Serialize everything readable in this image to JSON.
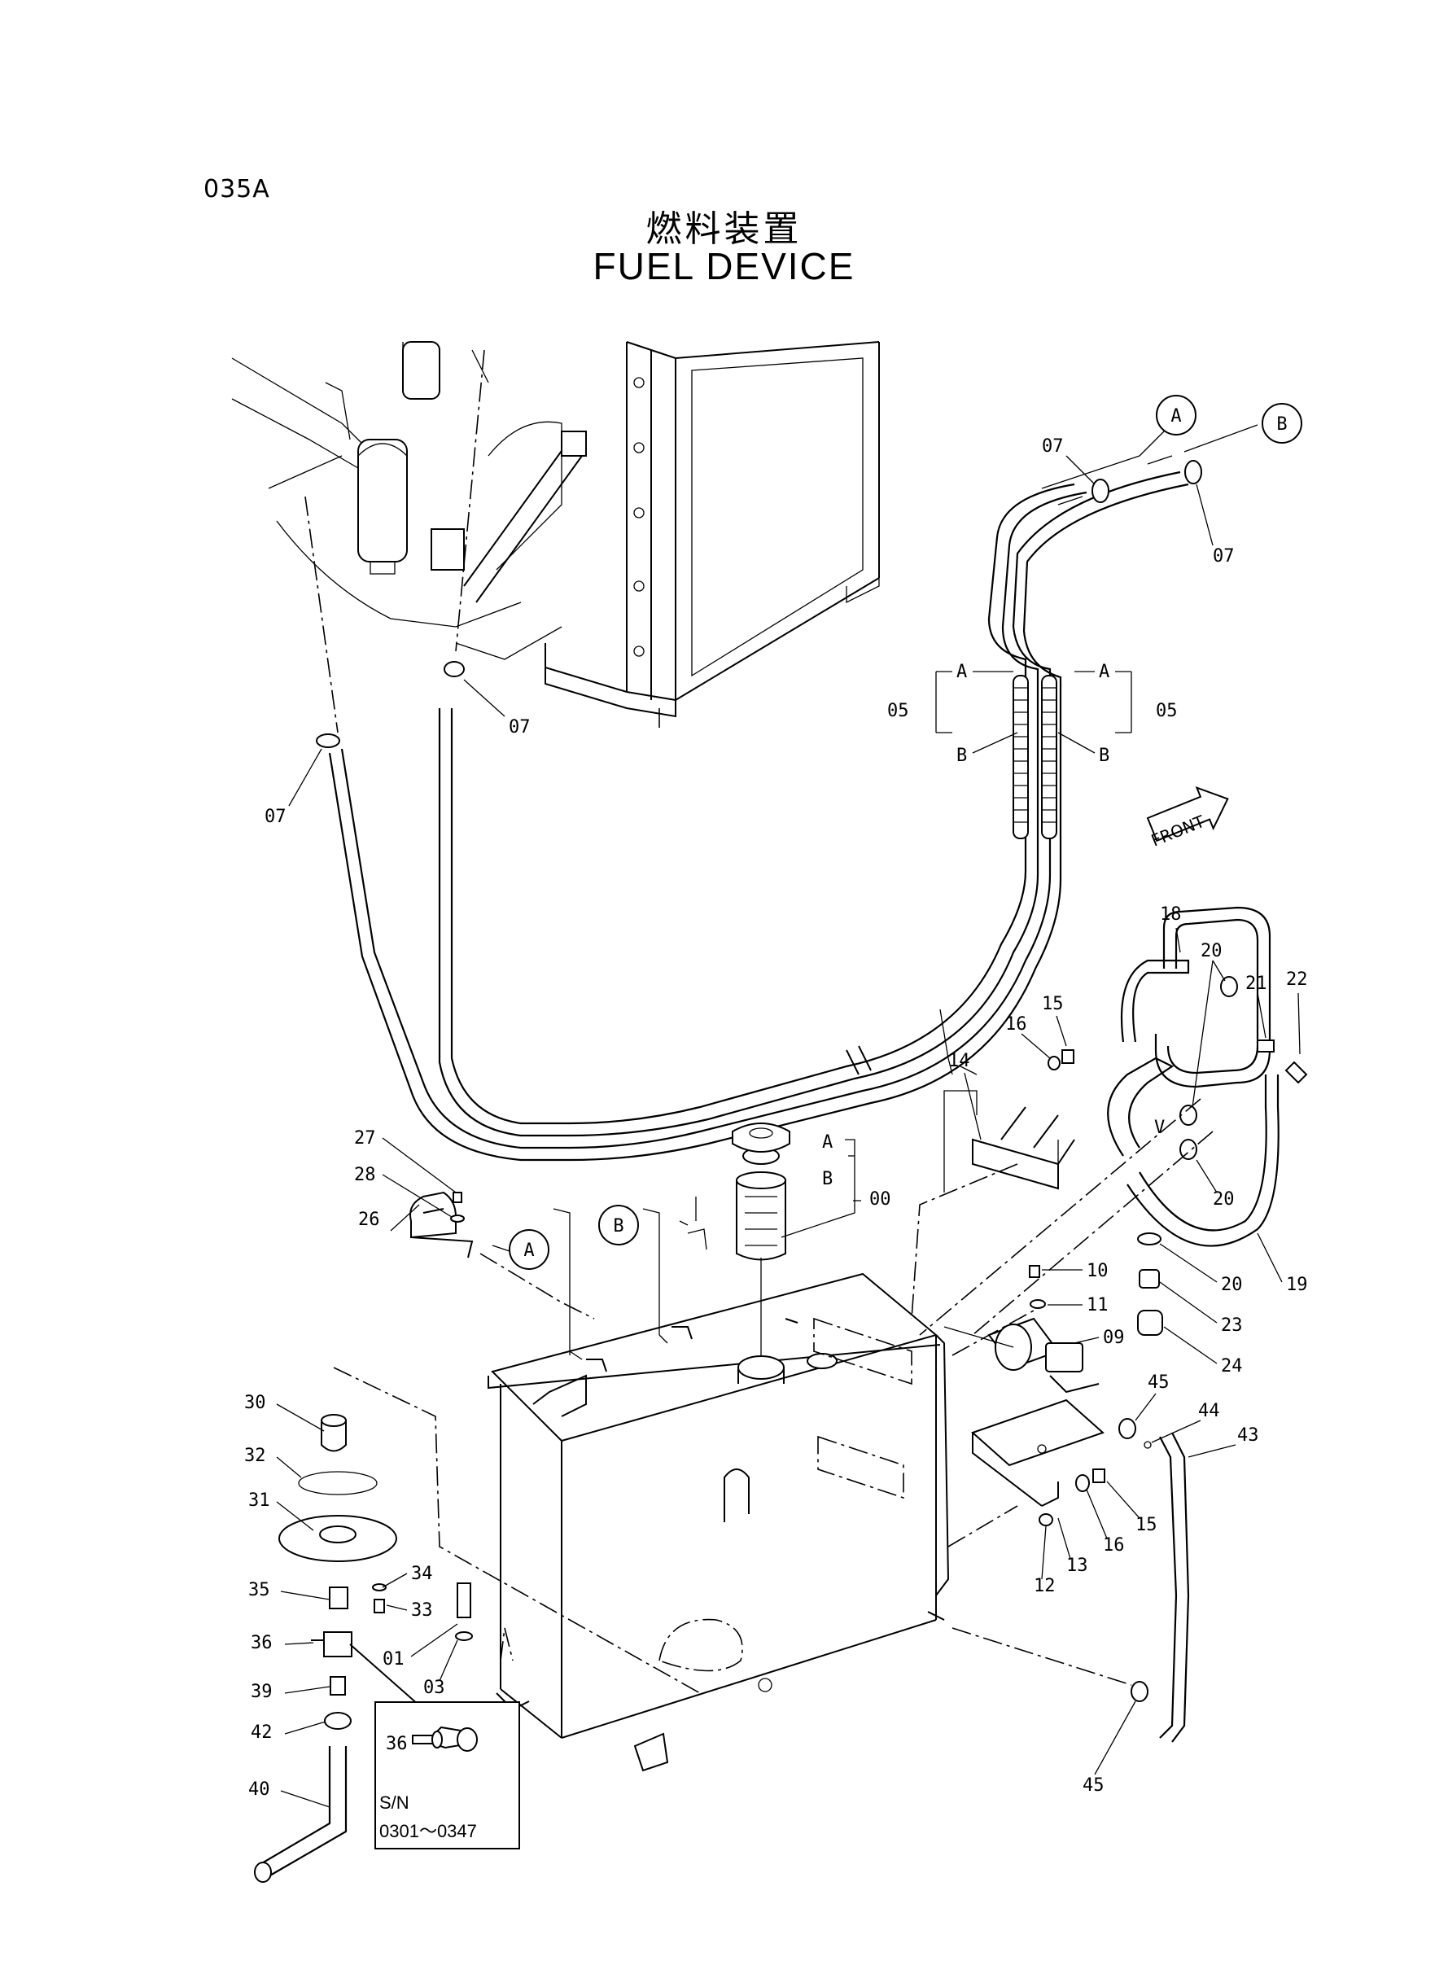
{
  "header": {
    "page_code": "035A",
    "title_jp": "燃料装置",
    "title_en": "FUEL DEVICE"
  },
  "labels": {
    "p00": "00",
    "p01": "01",
    "p03": "03",
    "p05": "05",
    "p07": "07",
    "p09": "09",
    "p10": "10",
    "p11": "11",
    "p12": "12",
    "p13": "13",
    "p14": "14",
    "p15": "15",
    "p16": "16",
    "p18": "18",
    "p19": "19",
    "p20": "20",
    "p21": "21",
    "p22": "22",
    "p23": "23",
    "p24": "24",
    "p26": "26",
    "p27": "27",
    "p28": "28",
    "p30": "30",
    "p31": "31",
    "p32": "32",
    "p33": "33",
    "p34": "34",
    "p35": "35",
    "p36": "36",
    "p39": "39",
    "p40": "40",
    "p42": "42",
    "p43": "43",
    "p44": "44",
    "p45": "45",
    "sub_a": "A",
    "sub_b": "B",
    "callout_a": "A",
    "callout_b": "B",
    "front": "FRONT",
    "v_mark": "V"
  },
  "inset": {
    "part": "36",
    "serial_label": "S/N",
    "serial_range": "0301～0347"
  }
}
